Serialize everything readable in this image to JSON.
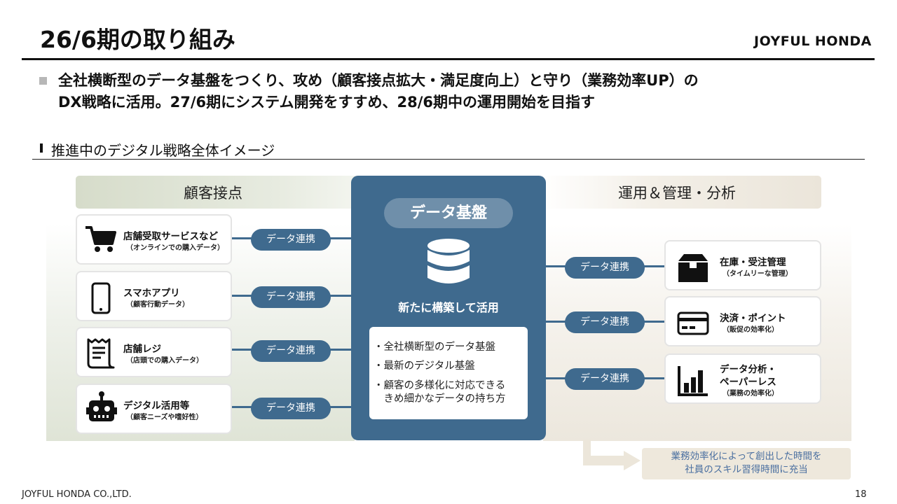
{
  "header": {
    "title": "26/6期の取り組み",
    "brand": "JOYFUL HONDA"
  },
  "lead": {
    "line1": "全社横断型のデータ基盤をつくり、攻め（顧客接点拡大・満足度向上）と守り（業務効率UP）の",
    "line2": "DX戦略に活用。27/6期にシステム開発をすすめ、28/6期中の運用開始を目指す"
  },
  "section": {
    "title": "推進中のデジタル戦略全体イメージ"
  },
  "diagram": {
    "left_category": "顧客接点",
    "right_category": "運用＆管理・分析",
    "center_title": "データ基盤",
    "center_caption": "新たに構築して活用",
    "center_points": [
      "・全社横断型のデータ基盤",
      "・最新のデジタル基盤",
      "・顧客の多様化に対応できる",
      "　きめ細かなデータの持ち方"
    ],
    "link_label": "データ連携",
    "left_items": [
      {
        "title": "店舗受取サービスなど",
        "sub": "（オンラインでの購入データ）",
        "icon": "cart-icon"
      },
      {
        "title": "スマホアプリ",
        "sub": "（顧客行動データ）",
        "icon": "smartphone-icon"
      },
      {
        "title": "店舗レジ",
        "sub": "（店頭での購入データ）",
        "icon": "receipt-icon"
      },
      {
        "title": "デジタル活用等",
        "sub": "（顧客ニーズや嗜好性）",
        "icon": "robot-icon"
      }
    ],
    "right_items": [
      {
        "title": "在庫・受注管理",
        "sub": "（タイムリーな管理）",
        "icon": "box-icon"
      },
      {
        "title": "決済・ポイント",
        "sub": "（販促の効率化）",
        "icon": "card-icon"
      },
      {
        "title1": "データ分析・",
        "title2": "ペーパーレス",
        "sub": "（業務の効率化）",
        "icon": "bar-chart-icon"
      }
    ],
    "note_line1": "業務効率化によって創出した時間を",
    "note_line2": "社員のスキル習得時間に充当"
  },
  "footer": {
    "company": "JOYFUL HONDA CO.,LTD.",
    "page": "18"
  },
  "colors": {
    "primary": "#3f6a8e",
    "pill_light": "#6f8faa",
    "note_text": "#4a6fa0"
  }
}
